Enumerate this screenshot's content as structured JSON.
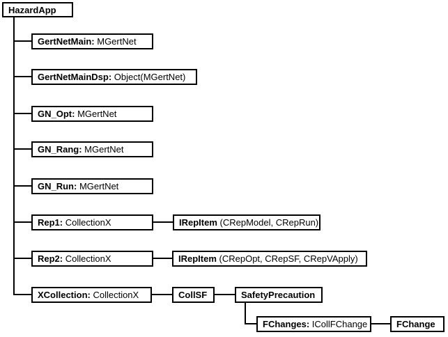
{
  "diagram": {
    "root_label": "HazardApp",
    "colors": {
      "background": "#ffffff",
      "box_border": "#000000",
      "connector_line": "#000000",
      "text": "#000000"
    }
  },
  "nodes": {
    "hazardapp": {
      "name": "HazardApp",
      "type": ""
    },
    "gertnetmain": {
      "name": "GertNetMain:",
      "type": " MGertNet"
    },
    "gertnetmaindsp": {
      "name": "GertNetMainDsp:",
      "type": " Object(MGertNet)"
    },
    "gn_opt": {
      "name": "GN_Opt:",
      "type": " MGertNet"
    },
    "gn_rang": {
      "name": "GN_Rang:",
      "type": " MGertNet"
    },
    "gn_run": {
      "name": "GN_Run:",
      "type": " MGertNet"
    },
    "rep1": {
      "name": "Rep1:",
      "type": " CollectionX"
    },
    "irepitem1": {
      "name": "IRepItem",
      "type": " (CRepModel, CRepRun)"
    },
    "rep2": {
      "name": "Rep2:",
      "type": " CollectionX"
    },
    "irepitem2": {
      "name": "IRepItem",
      "type": " (CRepOpt, CRepSF, CRepVApply)"
    },
    "xcollection": {
      "name": "XCollection:",
      "type": " CollectionX"
    },
    "collsf": {
      "name": "CollSF",
      "type": ""
    },
    "safetyprecaution": {
      "name": "SafetyPrecaution",
      "type": ""
    },
    "fchanges": {
      "name": "FChanges:",
      "type": " ICollFChange"
    },
    "fchange": {
      "name": "FChange",
      "type": ""
    }
  }
}
